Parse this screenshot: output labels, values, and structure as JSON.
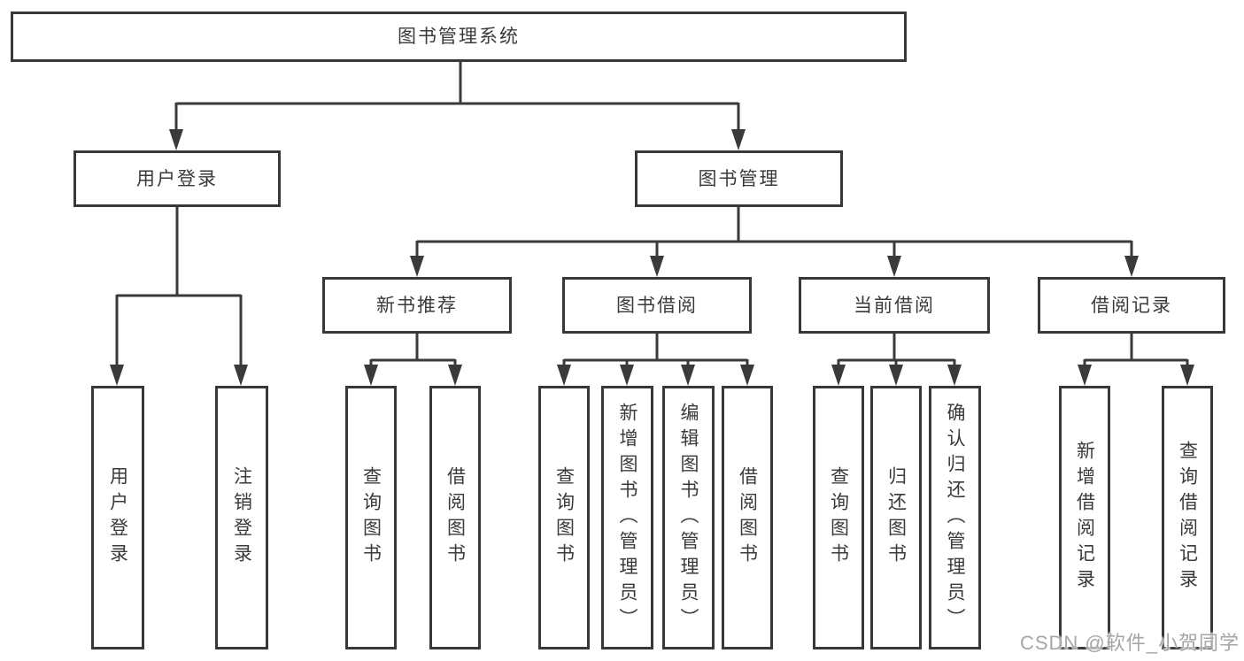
{
  "diagram": {
    "root": {
      "label": "图书管理系统"
    },
    "user_login": {
      "label": "用户登录",
      "children": [
        {
          "label": "用户登录"
        },
        {
          "label": "注销登录"
        }
      ]
    },
    "book_management": {
      "label": "图书管理",
      "modules": [
        {
          "label": "新书推荐",
          "children": [
            {
              "label": "查询图书"
            },
            {
              "label": "借阅图书"
            }
          ]
        },
        {
          "label": "图书借阅",
          "children": [
            {
              "label": "查询图书"
            },
            {
              "label": "新增图书（管理员）"
            },
            {
              "label": "编辑图书（管理员）"
            },
            {
              "label": "借阅图书"
            }
          ]
        },
        {
          "label": "当前借阅",
          "children": [
            {
              "label": "查询图书"
            },
            {
              "label": "归还图书"
            },
            {
              "label": "确认归还（管理员）"
            }
          ]
        },
        {
          "label": "借阅记录",
          "children": [
            {
              "label": "新增借阅记录"
            },
            {
              "label": "查询借阅记录"
            }
          ]
        }
      ]
    }
  },
  "watermark": {
    "text": "CSDN @软件_小贺同学"
  },
  "colors": {
    "line": "#3a3a3a",
    "box_border": "#383838",
    "text": "#3a3a3a",
    "background": "#ffffff",
    "watermark": "#a6a6a6"
  }
}
